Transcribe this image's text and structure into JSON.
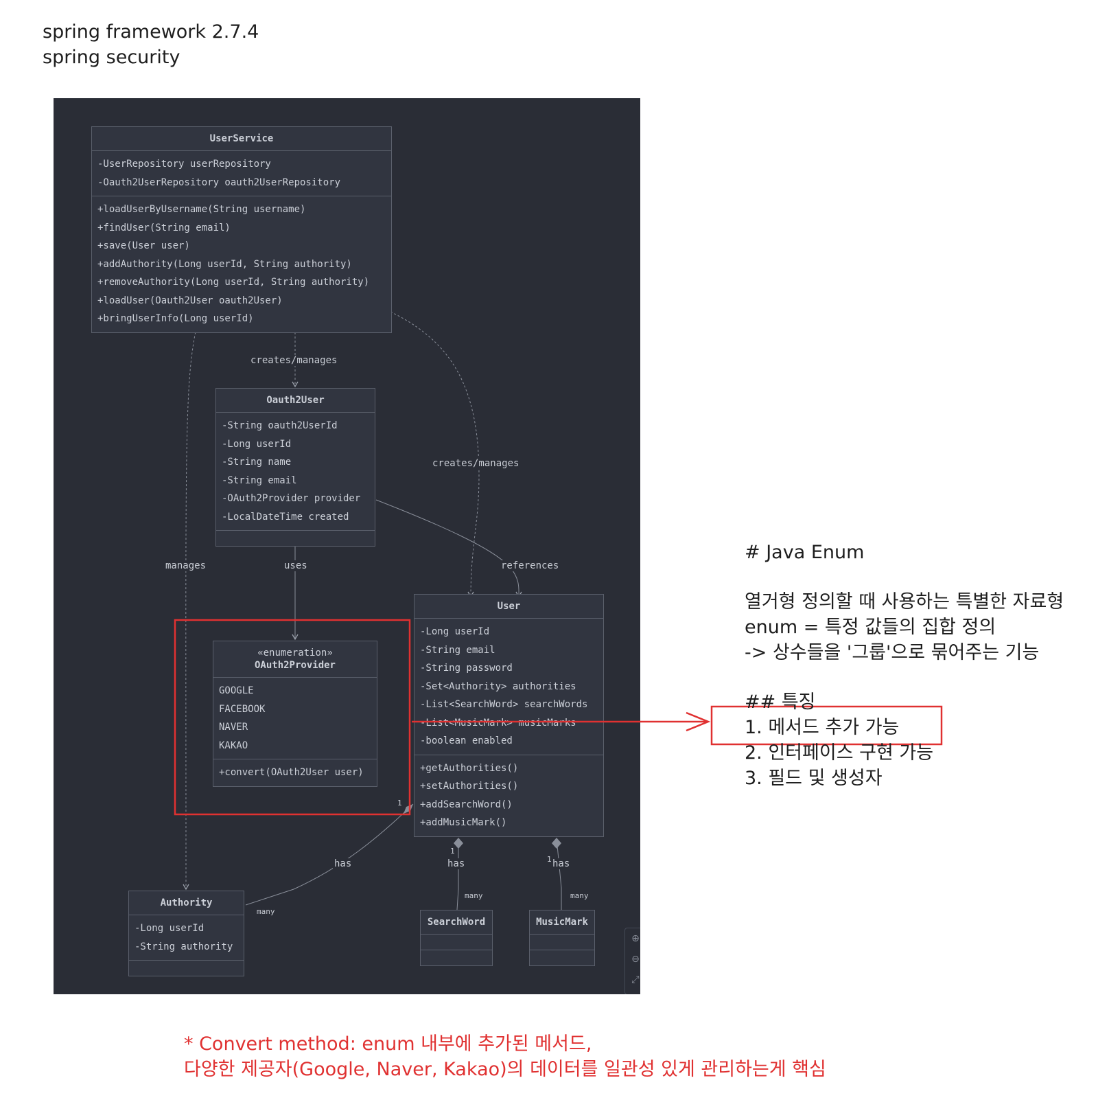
{
  "header": {
    "line1": "spring framework 2.7.4",
    "line2": "spring security"
  },
  "diagram": {
    "user_service": {
      "name": "UserService",
      "fields": [
        "-UserRepository userRepository",
        "-Oauth2UserRepository oauth2UserRepository"
      ],
      "methods": [
        "+loadUserByUsername(String username)",
        "+findUser(String email)",
        "+save(User user)",
        "+addAuthority(Long userId, String authority)",
        "+removeAuthority(Long userId, String authority)",
        "+loadUser(Oauth2User oauth2User)",
        "+bringUserInfo(Long userId)"
      ]
    },
    "oauth2_user": {
      "name": "Oauth2User",
      "fields": [
        "-String oauth2UserId",
        "-Long userId",
        "-String name",
        "-String email",
        "-OAuth2Provider provider",
        "-LocalDateTime created"
      ]
    },
    "oauth2_provider": {
      "stereotype": "«enumeration»",
      "name": "OAuth2Provider",
      "values": [
        "GOOGLE",
        "FACEBOOK",
        "NAVER",
        "KAKAO"
      ],
      "methods": [
        "+convert(OAuth2User user)"
      ]
    },
    "user": {
      "name": "User",
      "fields": [
        "-Long userId",
        "-String email",
        "-String password",
        "-Set<Authority> authorities",
        "-List<SearchWord> searchWords",
        "-List<MusicMark> musicMarks",
        "-boolean enabled"
      ],
      "methods": [
        "+getAuthorities()",
        "+setAuthorities()",
        "+addSearchWord()",
        "+addMusicMark()"
      ]
    },
    "authority": {
      "name": "Authority",
      "fields": [
        "-Long userId",
        "-String authority"
      ]
    },
    "search_word": {
      "name": "SearchWord"
    },
    "music_mark": {
      "name": "MusicMark"
    },
    "edge_labels": {
      "creates_manages_1": "creates/manages",
      "creates_manages_2": "creates/manages",
      "manages": "manages",
      "uses": "uses",
      "references": "references",
      "has_authority": "has",
      "has_search": "has",
      "has_music": "has"
    },
    "multiplicity": {
      "one_authority": "1",
      "many_authority": "many",
      "one_search": "1",
      "many_search": "many",
      "one_music": "1",
      "many_music": "many"
    },
    "colors": {
      "background": "#2a2d36",
      "box": "#313540",
      "border": "#5a5f6b",
      "text": "#ccd0d8"
    }
  },
  "notes": {
    "heading": "# Java Enum",
    "line1": "열거형 정의할 때 사용하는 특별한 자료형",
    "line2": "enum = 특정 값들의 집합 정의",
    "line3": "-> 상수들을 '그룹'으로 묶어주는 기능",
    "subheading": "## 특징",
    "item1": "1. 메서드 추가 가능",
    "item2": "2. 인터페이스 구현 가능",
    "item3": "3. 필드 및 생성자"
  },
  "footnote": {
    "line1": "* Convert method: enum 내부에 추가된 메서드,",
    "line2": "다양한 제공자(Google, Naver, Kakao)의 데이터를 일관성 있게 관리하는게 핵심"
  },
  "annotation_color": "#e03131"
}
